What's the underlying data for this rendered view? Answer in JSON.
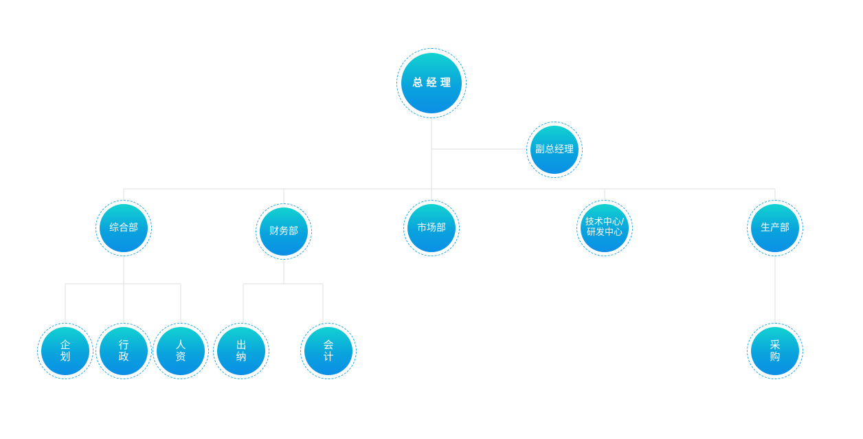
{
  "org_chart": {
    "colors": {
      "connector": "#dedede",
      "node_top": "#12d2d0",
      "node_bottom": "#0b8fe6",
      "ring": "#1aa6e6",
      "text": "#ffffff"
    },
    "ceo": {
      "label": "总 经 理"
    },
    "deputy": {
      "label": "副总经理"
    },
    "departments": {
      "general": {
        "label": "综合部"
      },
      "finance": {
        "label": "财务部"
      },
      "marketing": {
        "label": "市场部"
      },
      "tech_rd": {
        "label_line1": "技术中心/",
        "label_line2": "研发中心"
      },
      "production": {
        "label": "生产部"
      }
    },
    "units": {
      "planning": {
        "label_line1": "企",
        "label_line2": "划"
      },
      "admin": {
        "label_line1": "行",
        "label_line2": "政"
      },
      "hr": {
        "label_line1": "人",
        "label_line2": "资"
      },
      "cashier": {
        "label_line1": "出",
        "label_line2": "纳"
      },
      "accounting": {
        "label_line1": "会",
        "label_line2": "计"
      },
      "purchasing": {
        "label_line1": "采",
        "label_line2": "购"
      }
    }
  }
}
